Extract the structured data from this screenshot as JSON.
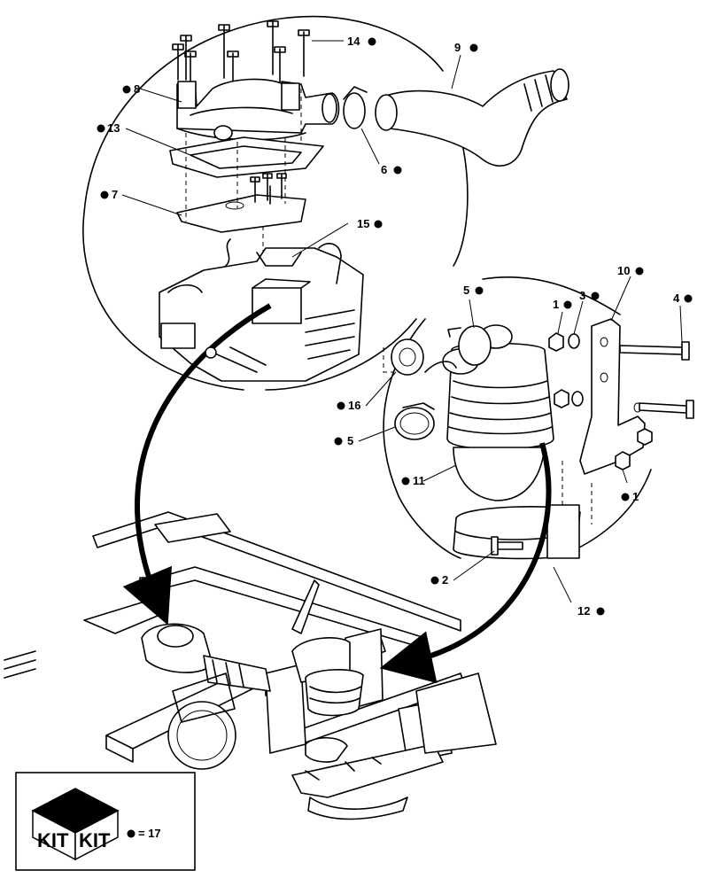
{
  "callouts": {
    "c1a": "1",
    "c1b": "1",
    "c2": "2",
    "c3": "3",
    "c4": "4",
    "c5a": "5",
    "c5b": "5",
    "c6": "6",
    "c7": "7",
    "c8": "8",
    "c9": "9",
    "c10": "10",
    "c11": "11",
    "c12": "12",
    "c13": "13",
    "c14": "14",
    "c15": "15",
    "c16": "16"
  },
  "kit": {
    "face_left": "KIT",
    "face_right": "KIT",
    "legend": "= 17"
  }
}
